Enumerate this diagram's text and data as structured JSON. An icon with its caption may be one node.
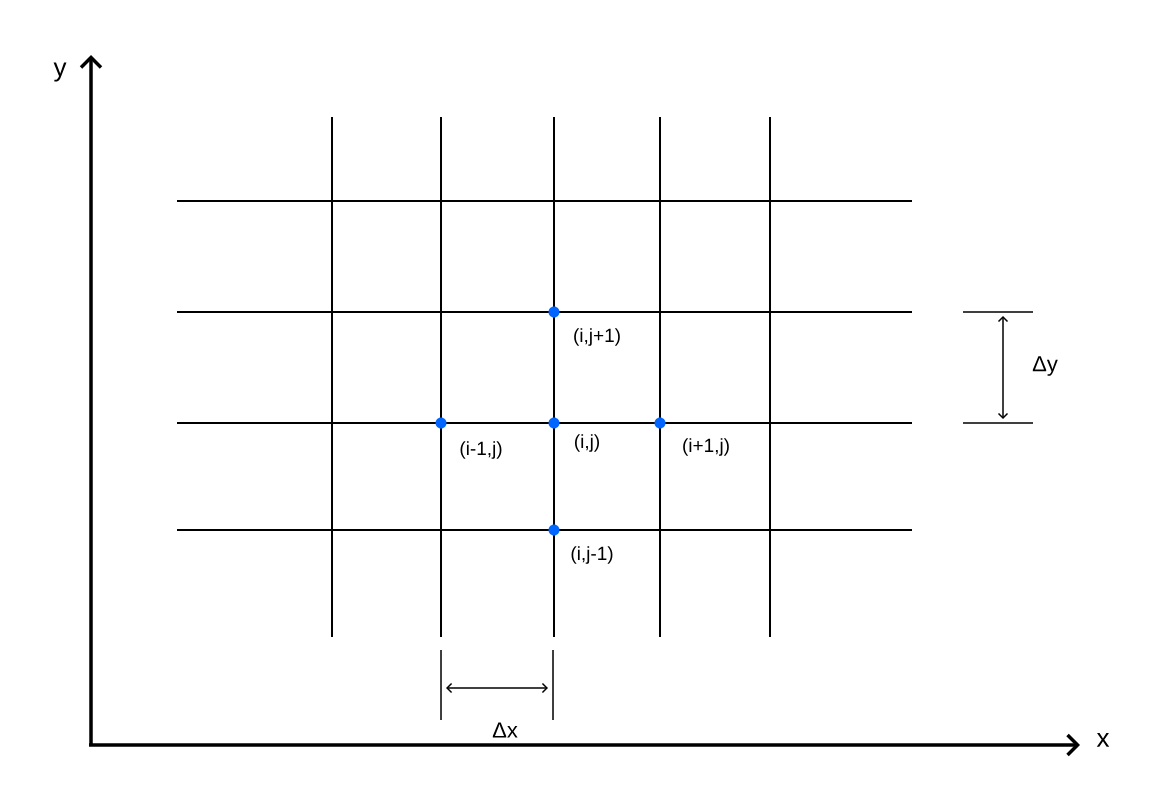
{
  "diagram": {
    "labels": [
      "y",
      "x",
      "(i,j+1)",
      "(i-1,j)",
      "(i,j)",
      "(i+1,j)",
      "(i,j-1)",
      "Δy",
      "Δx"
    ]
  }
}
